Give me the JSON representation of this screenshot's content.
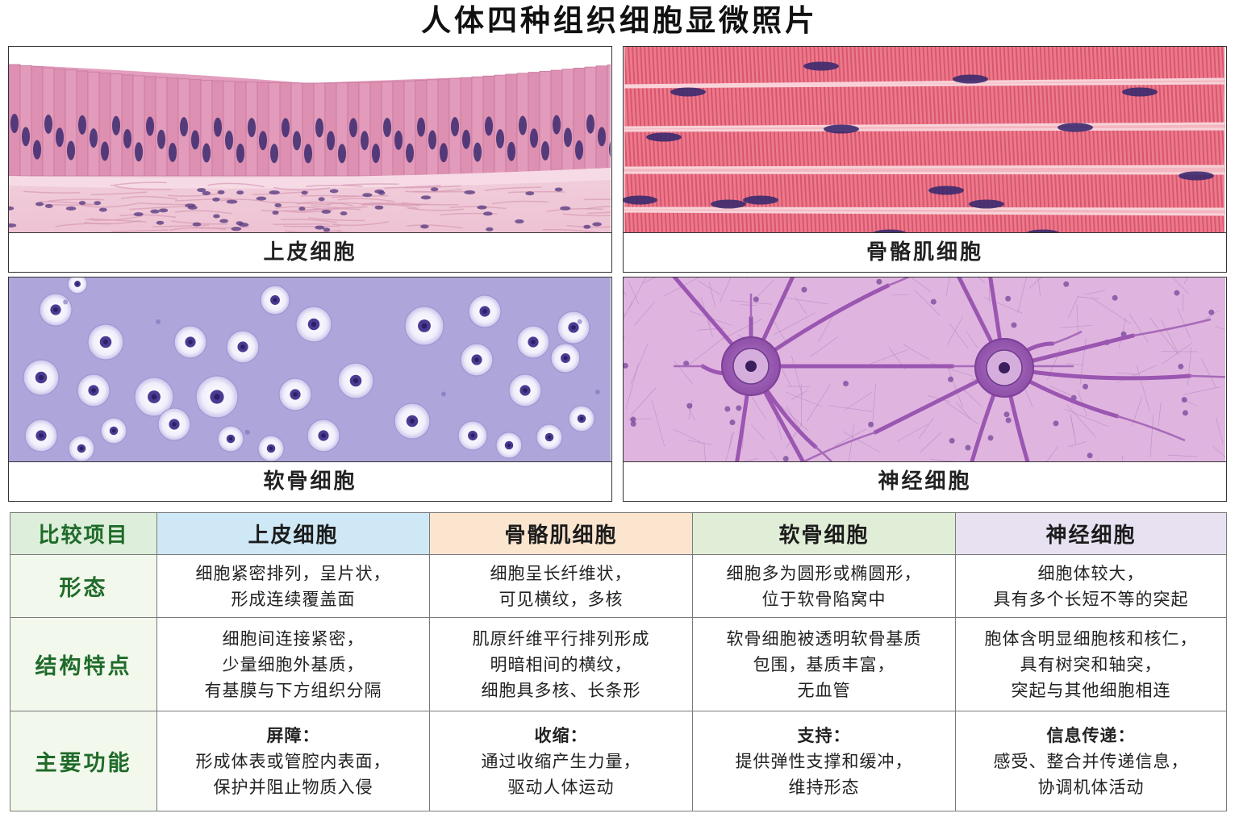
{
  "title": "人体四种组织细胞显微照片",
  "panels": {
    "epithelial": "上皮细胞",
    "skeletal_muscle": "骨骼肌细胞",
    "cartilage": "软骨细胞",
    "nerve": "神经细胞"
  },
  "table": {
    "headers": [
      "比较项目",
      "上皮细胞",
      "骨骼肌细胞",
      "软骨细胞",
      "神经细胞"
    ],
    "rows": [
      {
        "label": "形态",
        "cells": [
          [
            "细胞紧密排列，呈片状，",
            "形成连续覆盖面"
          ],
          [
            "细胞呈长纤维状，",
            "可见横纹，多核"
          ],
          [
            "细胞多为圆形或椭圆形，",
            "位于软骨陷窝中"
          ],
          [
            "细胞体较大，",
            "具有多个长短不等的突起"
          ]
        ]
      },
      {
        "label": "结构特点",
        "cells": [
          [
            "细胞间连接紧密，",
            "少量细胞外基质，",
            "有基膜与下方组织分隔"
          ],
          [
            "肌原纤维平行排列形成",
            "明暗相间的横纹，",
            "细胞具多核、长条形"
          ],
          [
            "软骨细胞被透明软骨基质",
            "包围，基质丰富，",
            "无血管"
          ],
          [
            "胞体含明显细胞核和核仁，",
            "具有树突和轴突，",
            "突起与其他细胞相连"
          ]
        ]
      },
      {
        "label": "主要功能",
        "functions": [
          "屏障：",
          "收缩：",
          "支持：",
          "信息传递："
        ],
        "cells": [
          [
            "形成体表或管腔内表面，",
            "保护并阻止物质入侵"
          ],
          [
            "通过收缩产生力量，",
            "驱动人体运动"
          ],
          [
            "提供弹性支撑和缓冲，",
            "维持形态"
          ],
          [
            "感受、整合并传递信息，",
            "协调机体活动"
          ]
        ]
      }
    ]
  },
  "colors": {
    "epithelium_pink": "#e79ab8",
    "muscle_red": "#e9697f",
    "cartilage_lilac": "#a99fd6",
    "nerve_violet": "#c98fcf",
    "nucleus_dark": "#3b2a6e",
    "row_label_green": "#1f6b2a"
  }
}
